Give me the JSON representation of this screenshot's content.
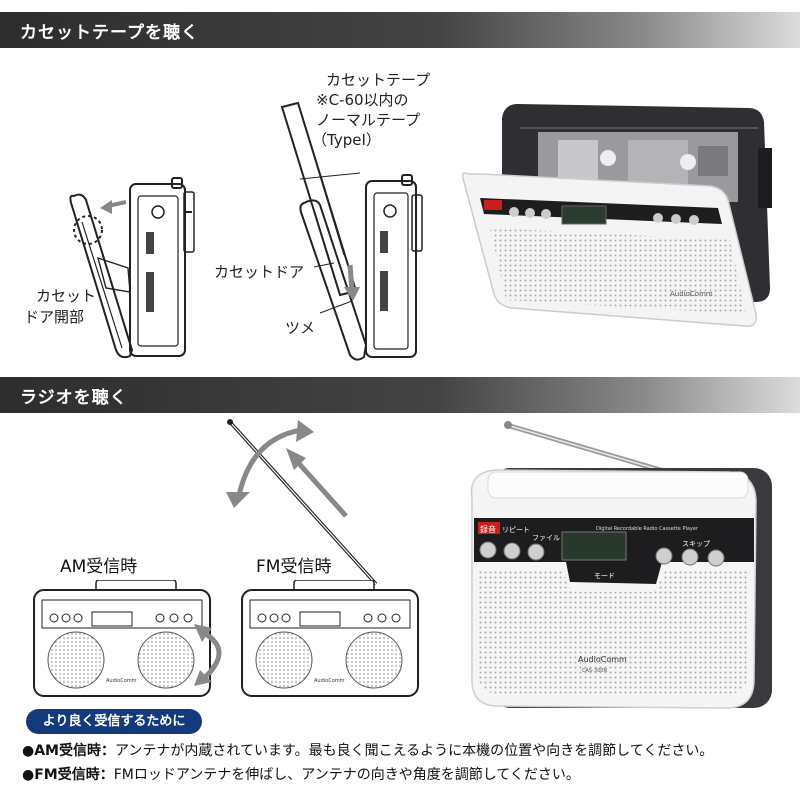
{
  "sections": {
    "cassette": {
      "title": "カセットテープを聴く"
    },
    "radio": {
      "title": "ラジオを聴く"
    }
  },
  "cassette_labels": {
    "tape_title": "カセットテープ",
    "tape_spec1": "※C-60以内の",
    "tape_spec2": "ノーマルテープ",
    "tape_spec3": "（TypeⅠ）",
    "door_open1": "カセット",
    "door_open2": "ドア開部",
    "door": "カセットドア",
    "claw": "ツメ"
  },
  "device_text": {
    "record": "録音",
    "repeat": "リピート",
    "file": "ファイル",
    "model_line": "Digital Recordable Radio Cassette Player",
    "brand": "AudioComm",
    "model": "CAS-300N",
    "mode": "モード",
    "skip": "スキップ"
  },
  "radio_labels": {
    "am": "AM受信時",
    "fm": "FM受信時"
  },
  "notes": {
    "tag": "より良く受信するために",
    "am_head": "●AM受信時：",
    "am_text": "アンテナが内蔵されています。最も良く聞こえるように本機の位置や向きを調節してください。",
    "fm_head": "●FM受信時：",
    "fm_text": "FMロッドアンテナを伸ばし、アンテナの向きや角度を調節してください。"
  }
}
